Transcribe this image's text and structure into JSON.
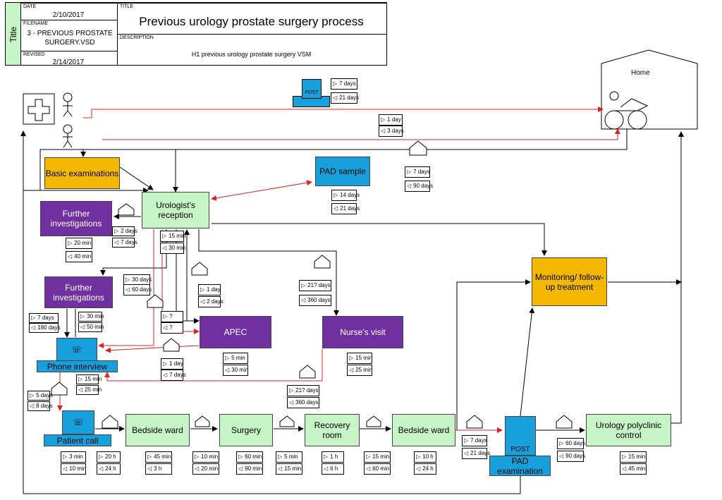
{
  "title_block": {
    "side_label": "Title",
    "date_label": "DATE",
    "date": "2/10/2017",
    "filename_label": "FILENAME",
    "filename": "3 - PREVIOUS PROSTATE SURGERY.VSD",
    "revised_label": "REVISED",
    "revised": "2/14/2017",
    "title_label": "TITLE",
    "title": "Previous urology prostate surgery process",
    "description_label": "DESCRIPTION",
    "description": "H1 previous urology prostate surgery VSM"
  },
  "nodes": {
    "home": "Home",
    "basic": "Basic examinations",
    "further1": "Further investigations",
    "further2": "Further investigations",
    "urologist": "Urologist’s reception",
    "pad_sample": "PAD sample",
    "monitoring": "Monitoring/ follow-up treatment",
    "apec": "APEC",
    "nurse": "Nurse’s visit",
    "phone": "Phone interview",
    "patient_call": "Patient call",
    "bedside1": "Bedside ward",
    "surgery": "Surgery",
    "recovery": "Recovery room",
    "bedside2": "Bedside ward",
    "pad_exam": "PAD examination",
    "pad_exam_post": "POST",
    "polyclinic": "Urology polyclinic control",
    "post": "POST"
  },
  "kpis": {
    "post_a": "7 days",
    "post_b": "21 days",
    "home_a": "1 day",
    "home_b": "3 days",
    "inv_top_a": "7 days",
    "inv_top_b": "90 days",
    "pad_a": "14 days",
    "pad_b": "21 days",
    "f1_a": "2 days",
    "f1_b": "7 days",
    "f1_c": "20 min",
    "f1_d": "40 min",
    "uro_a": "15 min",
    "uro_b": "30 min",
    "f2inv_a": "30 days",
    "f2inv_b": "60 days",
    "apec_inv_a": "1 day",
    "apec_inv_b": "2 days",
    "nurse_inv_a": "21? days",
    "nurse_inv_b": "360 days",
    "f2_a": "7 days",
    "f2_b": "180 days",
    "f2_c": "30 min",
    "f2_d": "50 min",
    "q_a": "?",
    "q_b": "?",
    "apec_a": "5 min",
    "apec_b": "30 min",
    "ph_inv_a": "1 day",
    "ph_inv_b": "7 days",
    "nurse_a": "15 min",
    "nurse_b": "25 min",
    "ph_a": "15 min",
    "ph_b": "25 min",
    "pc_inv_a": "5 days",
    "pc_inv_b": "8 days",
    "nph_inv_a": "21? days",
    "nph_inv_b": "360 days",
    "pcall_a": "3 min",
    "pcall_b": "10 min",
    "pcall_c": "20 h",
    "pcall_d": "24 h",
    "bw1_a": "45 min",
    "bw1_b": "3 h",
    "s1_a": "10 min",
    "s1_b": "20 min",
    "surg_a": "60 min",
    "surg_b": "90 min",
    "s2_a": "5 min",
    "s2_b": "15 min",
    "rec_a": "1 h",
    "rec_b": "6 h",
    "s3_a": "15 min",
    "s3_b": "60 min",
    "bw2_a": "10 h",
    "bw2_b": "24 h",
    "pad_inv_a": "7 days",
    "pad_inv_b": "21 days",
    "pol_inv_a": "60 days",
    "pol_inv_b": "90 days",
    "pol_a": "15 min",
    "pol_b": "45 min"
  },
  "colors": {
    "green": "#c6f4c6",
    "orange": "#f5b800",
    "purple": "#7030a0",
    "blue": "#17a0dc",
    "red_arrow": "#e02020"
  }
}
